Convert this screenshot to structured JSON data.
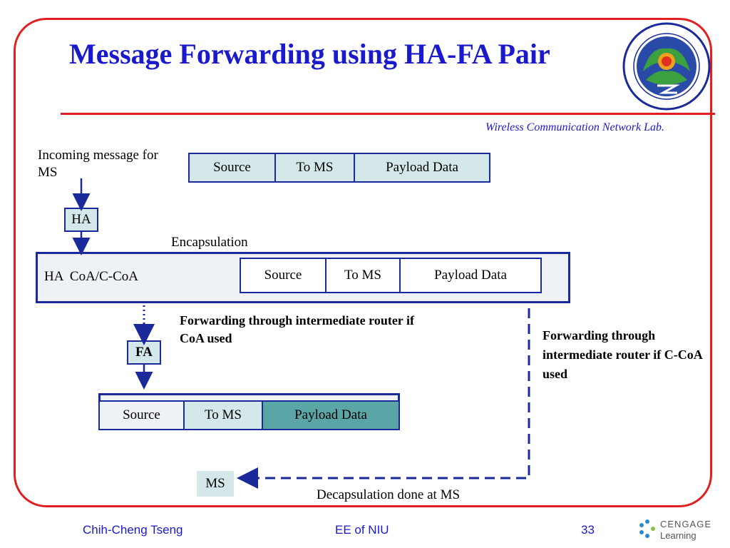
{
  "slide": {
    "title": "Message Forwarding using HA-FA Pair",
    "lab": "Wireless Communication Network Lab."
  },
  "diagram": {
    "incoming_label": "Incoming message for MS",
    "ha_label": "HA",
    "encapsulation_label": "Encapsulation",
    "outer_header": "HA  CoA/C-CoA",
    "packet_top": [
      "Source",
      "To MS",
      "Payload Data"
    ],
    "packet_inner": [
      "Source",
      "To MS",
      "Payload Data"
    ],
    "forwarding_coa": "Forwarding through intermediate router if CoA used",
    "forwarding_ccoa": "Forwarding through intermediate router if C-CoA used",
    "fa_label": "FA",
    "packet_fa": [
      "Source",
      "To MS",
      "Payload Data"
    ],
    "ms_label": "MS",
    "decap_label": "Decapsulation done at MS"
  },
  "footer": {
    "author": "Chih-Cheng Tseng",
    "dept": "EE of NIU",
    "page": "33",
    "publisher": "CENGAGE Learning"
  },
  "colors": {
    "accent_red": "#e02020",
    "title_blue": "#1a1acc",
    "cell_blue": "#1a2a9a",
    "cell_fill": "#d4e8ea",
    "payload_dark": "#5aa6a6"
  }
}
